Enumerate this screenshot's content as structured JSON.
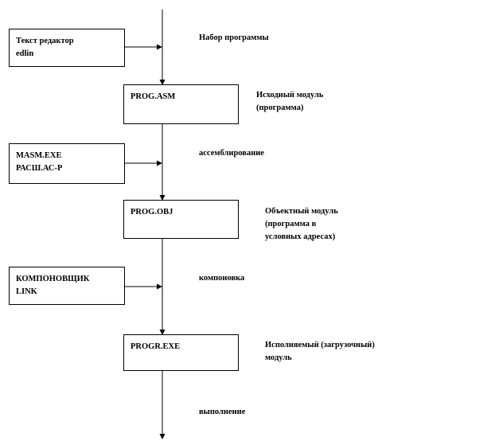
{
  "side_boxes": [
    {
      "lines": [
        "Текст редактор",
        "edlin"
      ]
    },
    {
      "lines": [
        "MASM.EXE",
        "РАСШ.АС-Р"
      ]
    },
    {
      "lines": [
        "КОМПОНОВЩИК",
        "LINK"
      ]
    }
  ],
  "module_boxes": [
    {
      "text": "PROG.ASM"
    },
    {
      "text": "PROG.OBJ"
    },
    {
      "text": "PROGR.EXE"
    }
  ],
  "step_labels": [
    {
      "text": "Набор программы"
    },
    {
      "text": "ассемблирование"
    },
    {
      "text": "компоновка"
    },
    {
      "text": "выполнение"
    }
  ],
  "module_notes": [
    {
      "lines": [
        "Исходный модуль",
        "(программа)"
      ]
    },
    {
      "lines": [
        "Объектный модуль",
        "(программа в",
        "условных адресах)"
      ]
    },
    {
      "lines": [
        "Исполняемый (загрузочный)",
        "модуль"
      ]
    }
  ]
}
